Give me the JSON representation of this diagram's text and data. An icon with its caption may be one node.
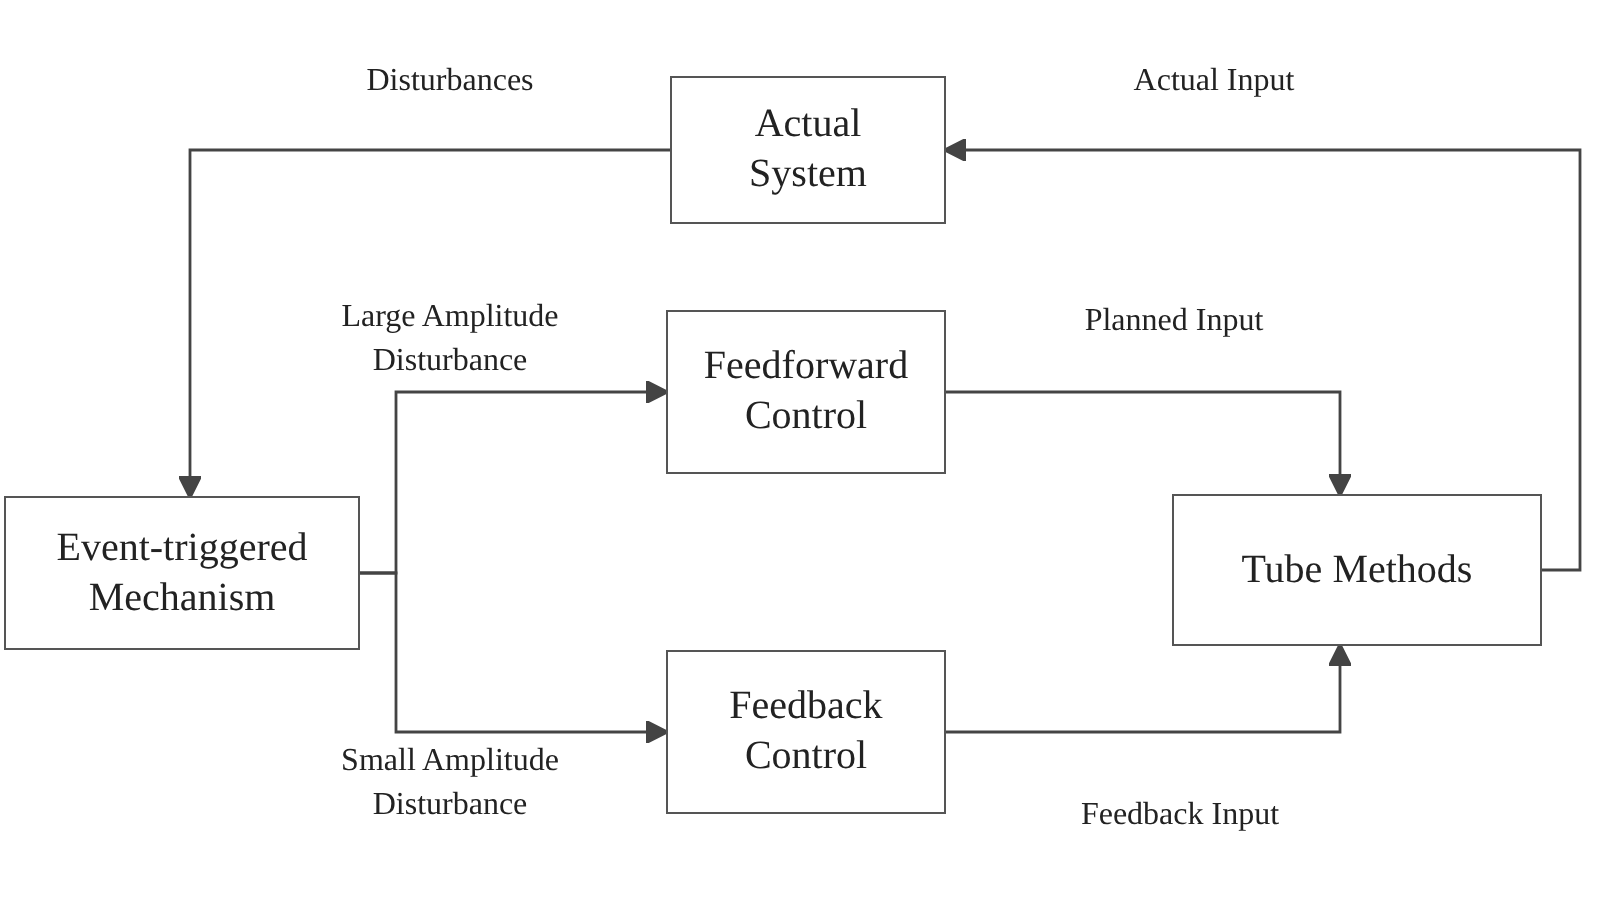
{
  "diagram": {
    "nodes": [
      {
        "text": [
          "Actual System"
        ]
      },
      {
        "text": [
          "Feedforward Control"
        ]
      },
      {
        "text": [
          "Event-triggered Mechanism"
        ]
      },
      {
        "text": [
          "Tube Methods"
        ]
      },
      {
        "text": [
          "Feedback Control"
        ]
      }
    ],
    "edges": [
      {
        "from": 0,
        "to": 2,
        "arrow": "to",
        "label": "Disturbances"
      },
      {
        "from": 2,
        "to": 1,
        "arrow": "to",
        "label": "Large Amplitude Disturbance"
      },
      {
        "from": 2,
        "to": 4,
        "arrow": "to",
        "label": "Small Amplitude Disturbance"
      },
      {
        "from": 1,
        "to": 3,
        "arrow": "to",
        "label": "Planned Input"
      },
      {
        "from": 4,
        "to": 3,
        "arrow": "to",
        "label": "Feedback Input"
      },
      {
        "from": 3,
        "to": 0,
        "arrow": "to",
        "label": "Actual Input"
      }
    ]
  }
}
